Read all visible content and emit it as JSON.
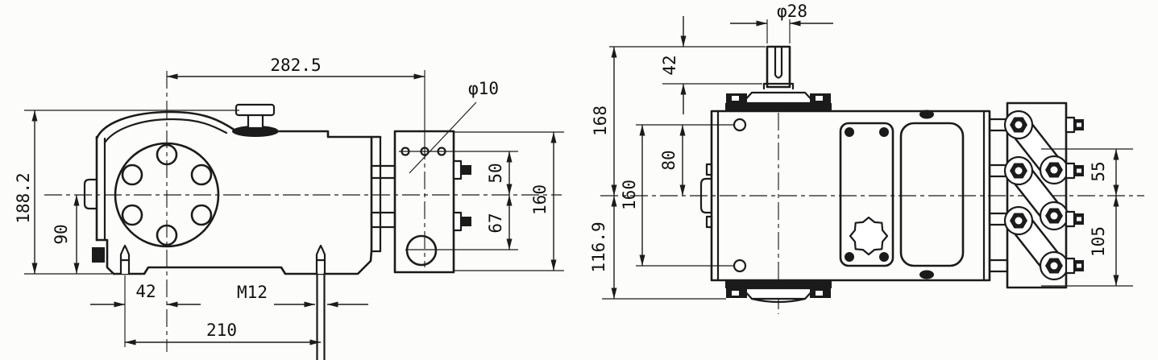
{
  "drawing": {
    "colors": {
      "ink": "#1b1b1b",
      "paper": "#fcfcfa"
    },
    "side_view": {
      "overall_length": "282.5",
      "gauge_hole_dia": "φ10",
      "overall_height": "188.2",
      "base_to_center": "90",
      "stud_to_flange_center": "42",
      "stud_thread": "M12",
      "stud_spacing": "210",
      "port_above_center": "50",
      "port_below_center": "67",
      "valve_block_height": "160"
    },
    "top_view": {
      "shaft_dia": "φ28",
      "shaft_length": "42",
      "front_to_center": "168",
      "center_to_rear": "116.9",
      "hole_spacing": "160",
      "hole_to_center": "80",
      "port_above_center": "55",
      "port_below_center": "105"
    }
  }
}
